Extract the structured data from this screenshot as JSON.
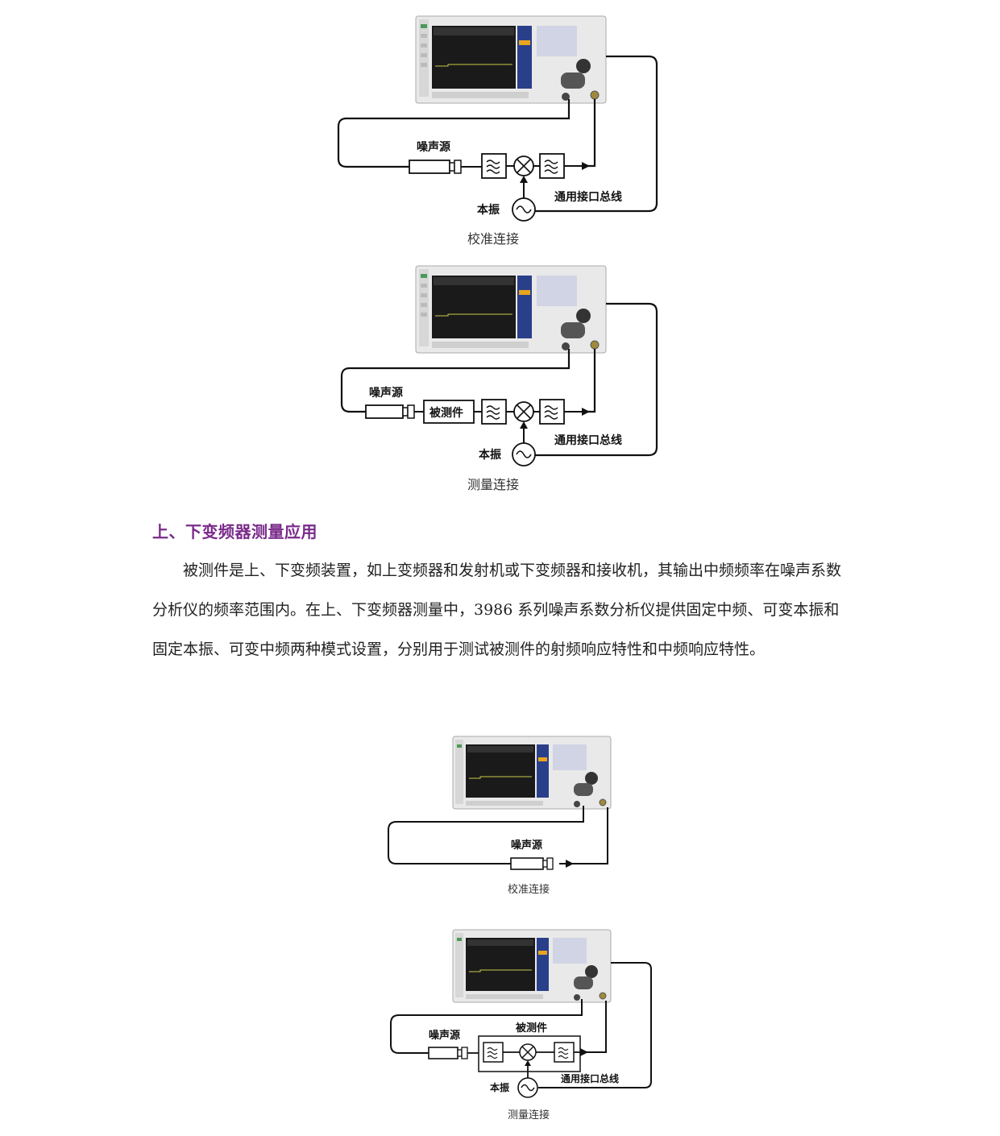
{
  "diagrams": {
    "calib_connection": {
      "noise_source": "噪声源",
      "bus": "通用接口总线",
      "lo": "本振",
      "caption": "校准连接"
    },
    "meas_connection": {
      "noise_source": "噪声源",
      "dut": "被测件",
      "bus": "通用接口总线",
      "lo": "本振",
      "caption": "测量连接"
    },
    "calib_connection_2": {
      "noise_source": "噪声源",
      "caption": "校准连接"
    },
    "meas_connection_2": {
      "noise_source": "噪声源",
      "dut": "被测件",
      "bus": "通用接口总线",
      "lo": "本振",
      "caption": "测量连接"
    }
  },
  "section": {
    "title": "上、下变频器测量应用",
    "paragraph": "被测件是上、下变频装置，如上变频器和发射机或下变频器和接收机，其输出中频频率在噪声系数分析仪的频率范围内。在上、下变频器测量中，3986 系列噪声系数分析仪提供固定中频、可变本振和固定本振、可变中频两种模式设置，分别用于测试被测件的射频响应特性和中频响应特性。"
  }
}
